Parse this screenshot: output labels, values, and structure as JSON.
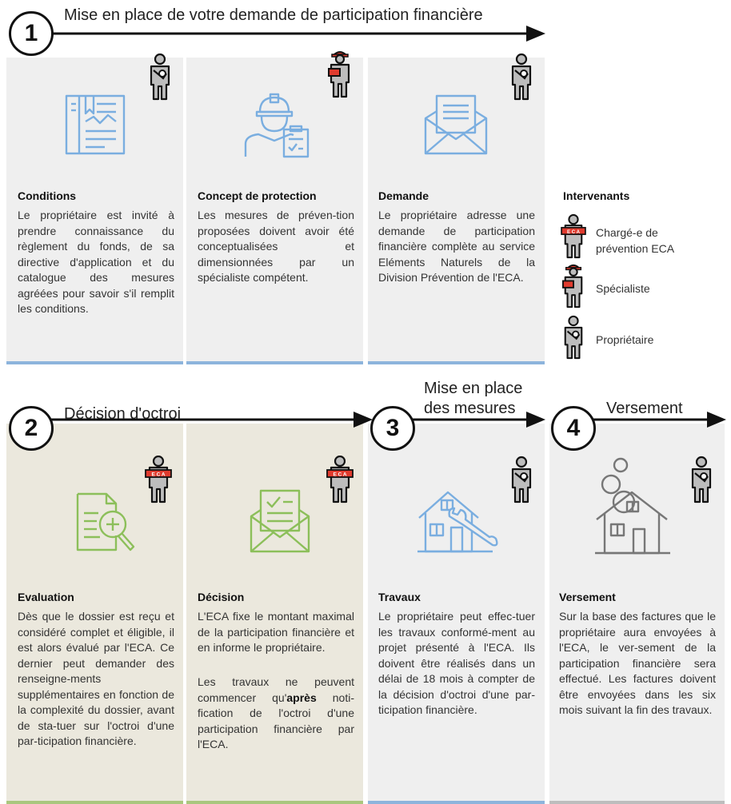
{
  "step1": {
    "number": "1",
    "title": "Mise en place de votre demande de participation financière",
    "cards": [
      {
        "heading": "Conditions",
        "text": "Le propriétaire est invité à prendre connaissance du règlement du fonds, de sa directive d'application et du catalogue des mesures agréées pour savoir s'il remplit les conditions.",
        "icon": "document-icon",
        "actor": "proprietaire"
      },
      {
        "heading": "Concept de protection",
        "text": "Les mesures de préven-tion proposées doivent avoir été conceptualisées et dimensionnées par un spécialiste compétent.",
        "icon": "engineer-icon",
        "actor": "specialiste"
      },
      {
        "heading": "Demande",
        "text": "Le propriétaire adresse une demande de participation financière complète au service Eléments Naturels de la Division Prévention de l'ECA.",
        "icon": "envelope-icon",
        "actor": "proprietaire"
      }
    ]
  },
  "legend": {
    "title": "Intervenants",
    "items": [
      {
        "label": "Chargé-e de prévention ECA",
        "actor": "eca"
      },
      {
        "label": "Spécialiste",
        "actor": "specialiste"
      },
      {
        "label": "Propriétaire",
        "actor": "proprietaire"
      }
    ]
  },
  "step2": {
    "number": "2",
    "title": "Décision d'octroi",
    "cards": [
      {
        "heading": "Evaluation",
        "text": "Dès que le dossier est reçu et considéré complet et éligible, il est alors évalué par l'ECA. Ce dernier peut demander des renseigne-ments supplémentaires en fonction de la complexité du dossier, avant de sta-tuer sur l'octroi d'une par-ticipation financière.",
        "icon": "document-search-icon",
        "actor": "eca"
      },
      {
        "heading": "Décision",
        "text1": "L'ECA fixe le montant maximal de la participation financière et en informe le propriétaire.",
        "text2_pre": "Les travaux ne peuvent commencer qu'",
        "text2_bold": "après",
        "text2_post": " noti-fication de l'octroi d'une participation financière par l'ECA.",
        "icon": "envelope-check-icon",
        "actor": "eca"
      }
    ]
  },
  "step3": {
    "number": "3",
    "title_line1": "Mise en place",
    "title_line2": "des mesures",
    "card": {
      "heading": "Travaux",
      "text": "Le propriétaire peut effec-tuer les travaux conformé-ment au projet présenté à l'ECA. Ils doivent être réalisés dans un délai de 18 mois à compter de la décision d'octroi d'une par-ticipation financière.",
      "icon": "house-wrench-icon",
      "actor": "proprietaire"
    }
  },
  "step4": {
    "number": "4",
    "title": "Versement",
    "card": {
      "heading": "Versement",
      "text": "Sur la base des factures que le propriétaire aura envoyées à l'ECA, le ver-sement de la participation financière sera effectué. Les factures doivent être envoyées dans les six mois suivant la fin des travaux.",
      "icon": "house-coins-icon",
      "actor": "proprietaire"
    }
  },
  "colors": {
    "blue_icon": "#7aaee0",
    "green_icon": "#8cbf5a",
    "grey_icon": "#777777",
    "blue_bar": "#8db4dc",
    "green_bar": "#a9c77e",
    "grey_bar": "#bdbdbd",
    "eca_red": "#e03b2e"
  }
}
